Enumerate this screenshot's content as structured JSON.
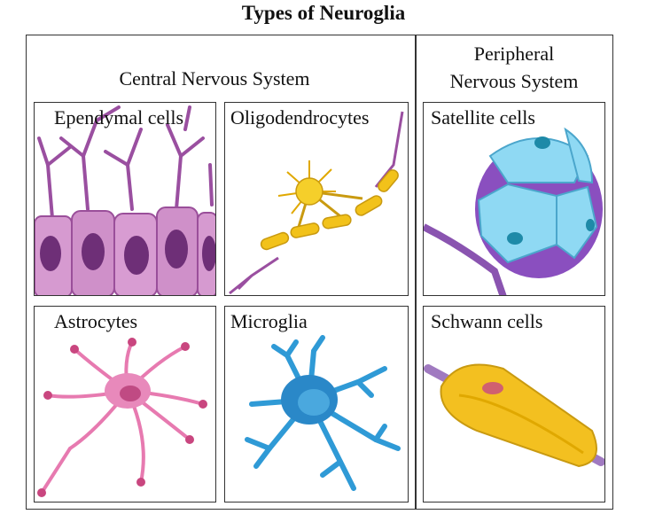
{
  "title": "Types of Neuroglia",
  "sections": {
    "cns": "Central Nervous System",
    "pns_line1": "Peripheral",
    "pns_line2": "Nervous System"
  },
  "cells": {
    "ependymal": "Ependymal cells",
    "oligodendrocytes": "Oligodendrocytes",
    "satellite": "Satellite cells",
    "astrocytes": "Astrocytes",
    "microglia": "Microglia",
    "schwann": "Schwann cells"
  },
  "colors": {
    "ependymal": "#c98bc4",
    "oligodendrocyte": "#f2c21a",
    "satellite": "#7fd3ef",
    "astrocyte": "#e77ab0",
    "microglia": "#2f9ad6",
    "schwann": "#f3c020"
  }
}
